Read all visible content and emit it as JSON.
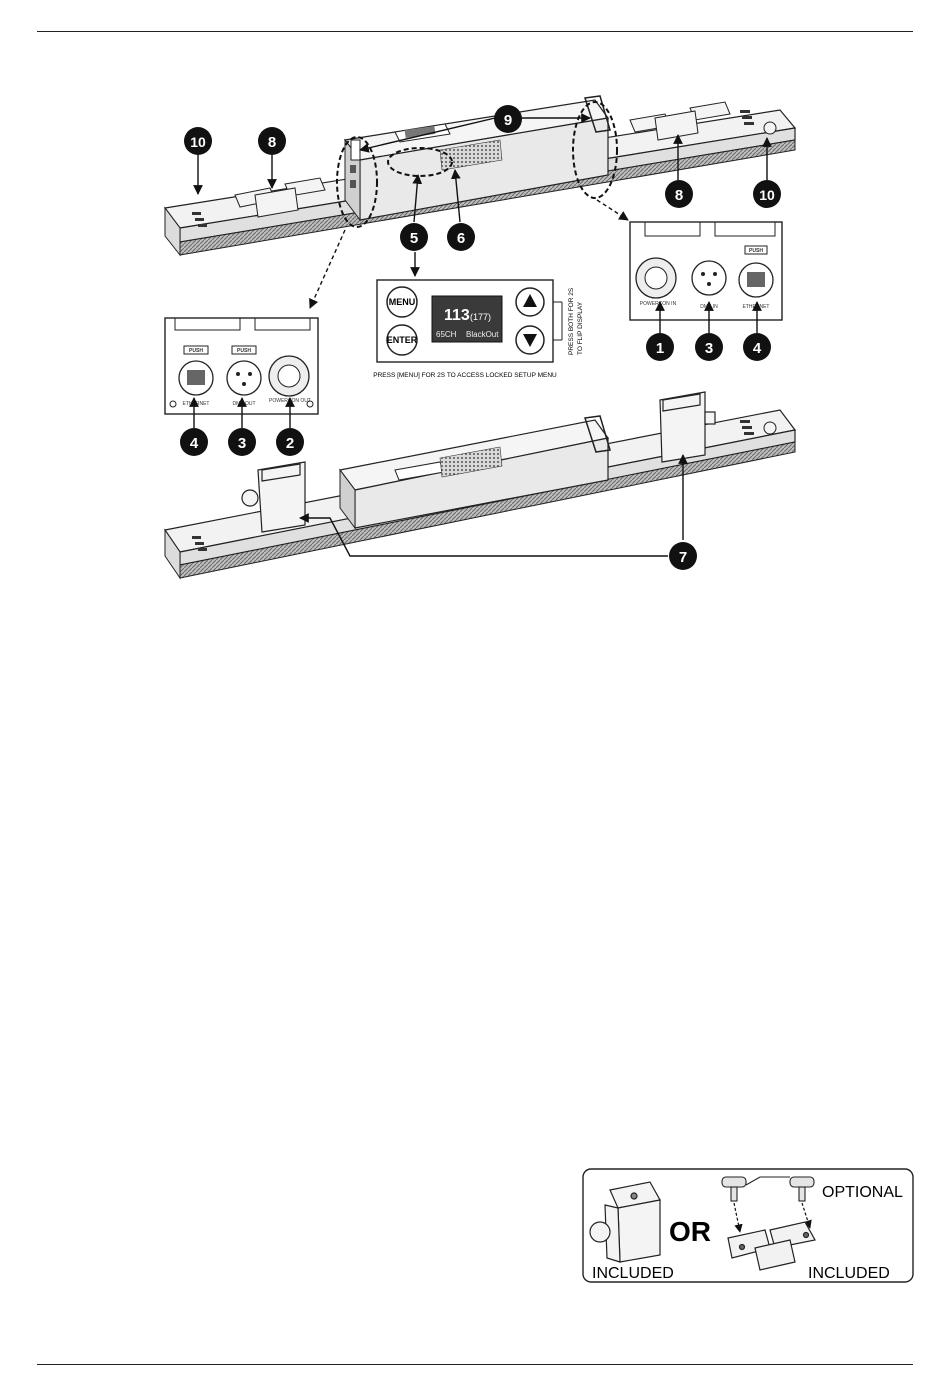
{
  "callouts": [
    "1",
    "2",
    "3",
    "4",
    "5",
    "6",
    "7",
    "8",
    "9",
    "10"
  ],
  "panel": {
    "menu_label": "MENU",
    "enter_label": "ENTER",
    "display_main": "113",
    "display_sub": "(177)",
    "display_channel": "65CH",
    "display_mode": "BlackOut",
    "side_note_1": "PRESS BOTH FOR 2S",
    "side_note_2": "TO FLIP DISPLAY",
    "bottom_note": "PRESS [MENU] FOR 2S TO ACCESS LOCKED SETUP MENU"
  },
  "connectors": {
    "push_label": "PUSH",
    "ethernet_label": "ETHERNET",
    "dmx_in_label": "DMX IN",
    "dmx_out_label": "DMX OUT",
    "power_in_label": "POWERCON IN",
    "power_out_label": "POWERCON OUT"
  },
  "brackets": {
    "included_left": "INCLUDED",
    "or_label": "OR",
    "optional_label": "OPTIONAL",
    "included_right": "INCLUDED"
  },
  "colors": {
    "ink": "#1a1a1a",
    "fill": "#efefef",
    "display": "#3a3a3a"
  }
}
